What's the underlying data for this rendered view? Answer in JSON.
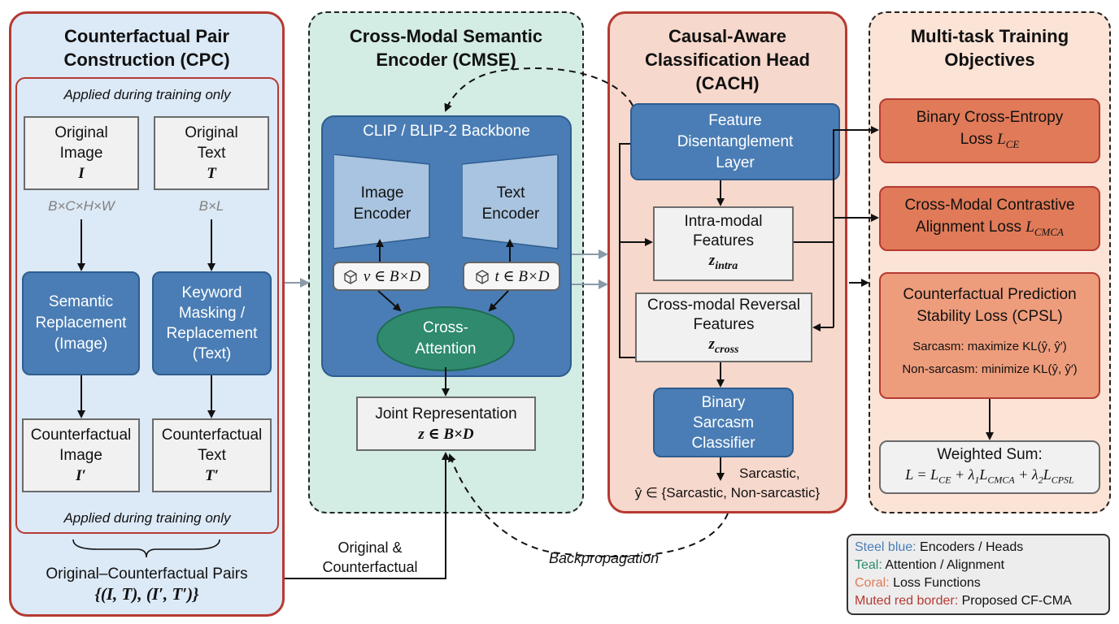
{
  "cpc": {
    "title": "Counterfactual Pair\nConstruction (CPC)",
    "note_top": "Applied during training only",
    "note_bottom": "Applied during training only",
    "original_image": {
      "label": "Original\nImage",
      "symbol": "I"
    },
    "original_text": {
      "label": "Original\nText",
      "symbol": "T"
    },
    "image_dim": "B×C×H×W",
    "text_dim": "B×L",
    "semantic_replacement": "Semantic\nReplacement\n(Image)",
    "keyword_masking": "Keyword\nMasking /\nReplacement\n(Text)",
    "counterfactual_image": {
      "label": "Counterfactual\nImage",
      "symbol": "I′"
    },
    "counterfactual_text": {
      "label": "Counterfactual\nText",
      "symbol": "T′"
    },
    "pairs_label": "Original–Counterfactual Pairs",
    "pairs_set": "{(I, T), (I′, T′)}"
  },
  "cmse": {
    "title": "Cross-Modal Semantic\nEncoder (CMSE)",
    "backbone": "CLIP / BLIP-2 Backbone",
    "image_encoder": "Image\nEncoder",
    "text_encoder": "Text\nEncoder",
    "v_emb": "v ∈ B×D",
    "t_emb": "t ∈ B×D",
    "cross_attention": "Cross-\nAttention",
    "joint_title": "Joint Representation",
    "joint_formula": "z ∈ B×D"
  },
  "cach": {
    "title": "Causal-Aware\nClassification Head\n(CACH)",
    "fdl": "Feature\nDisentanglement\nLayer",
    "intra_label": "Intra-modal\nFeatures",
    "intra_symbol": "z_intra",
    "cross_label": "Cross-modal Reversal\nFeatures",
    "cross_symbol": "z_cross",
    "classifier": "Binary\nSarcasm\nClassifier",
    "output_sarcastic": "Sarcastic,",
    "output_set": "ŷ ∈ {Sarcastic, Non-sarcastic}"
  },
  "mto": {
    "title": "Multi-task Training\nObjectives",
    "bce": "Binary Cross-Entropy\nLoss",
    "bce_sym": "L_CE",
    "cmca": "Cross-Modal Contrastive\nAlignment Loss",
    "cmca_sym": "L_CMCA",
    "cpsl_title": "Counterfactual Prediction\nStability Loss (CPSL)",
    "cpsl_sarcasm": "Sarcasm: maximize KL(ŷ, ŷ′)",
    "cpsl_non": "Non-sarcasm: minimize KL(ŷ, ŷ′)",
    "weighted_title": "Weighted Sum:",
    "weighted_formula": "L = L_CE + λ₁L_CMCA + λ₂L_CPSL"
  },
  "flow": {
    "orig_cf": "Original &\nCounterfactual",
    "backprop": "Backpropagation"
  },
  "legend": {
    "steel_key": "Steel blue:",
    "steel_val": " Encoders / Heads",
    "teal_key": "Teal:",
    "teal_val": " Attention / Alignment",
    "coral_key": "Coral:",
    "coral_val": " Loss Functions",
    "red_key": "Muted red border:",
    "red_val": " Proposed CF-CMA"
  },
  "colors": {
    "steel_blue": "#4a7db5",
    "teal": "#2f8a6e",
    "coral": "#e07a58",
    "muted_red": "#b53a32"
  }
}
